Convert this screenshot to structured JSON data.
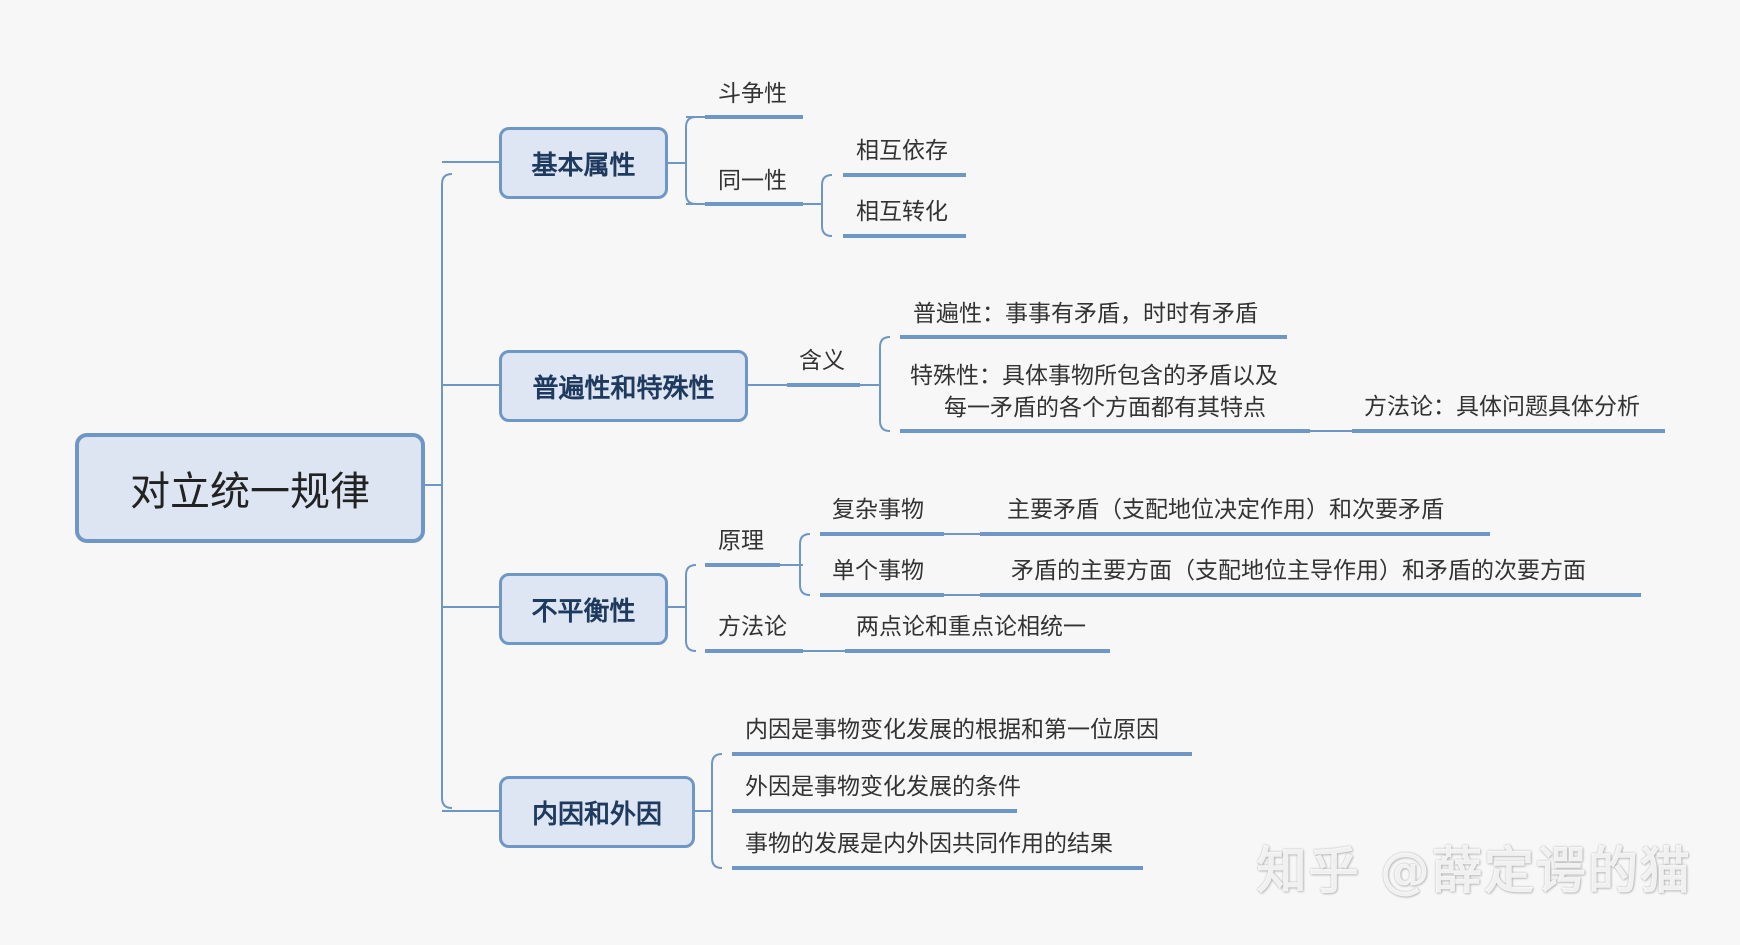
{
  "root": "对立统一规律",
  "branches": {
    "basic": {
      "label": "基本属性",
      "struggle": "斗争性",
      "identity": "同一性",
      "mutual_dependence": "相互依存",
      "mutual_transformation": "相互转化"
    },
    "universality": {
      "label": "普遍性和特殊性",
      "meaning": "含义",
      "universal": "普遍性：事事有矛盾，时时有矛盾",
      "special_line1": "特殊性：具体事物所包含的矛盾以及",
      "special_line2": "每一矛盾的各个方面都有其特点",
      "methodology": "方法论：具体问题具体分析"
    },
    "imbalance": {
      "label": "不平衡性",
      "principle": "原理",
      "complex": "复杂事物",
      "complex_detail": "主要矛盾（支配地位决定作用）和次要矛盾",
      "single": "单个事物",
      "single_detail": "矛盾的主要方面（支配地位主导作用）和矛盾的次要方面",
      "methodology": "方法论",
      "methodology_detail": "两点论和重点论相统一"
    },
    "causes": {
      "label": "内因和外因",
      "internal": "内因是事物变化发展的根据和第一位原因",
      "external": "外因是事物变化发展的条件",
      "joint": "事物的发展是内外因共同作用的结果"
    }
  },
  "watermark": "知乎 @薛定谔的猫",
  "colors": {
    "line": "#6f97c6",
    "node_fill": "#dde6f2",
    "background": "#f7f7f7"
  }
}
